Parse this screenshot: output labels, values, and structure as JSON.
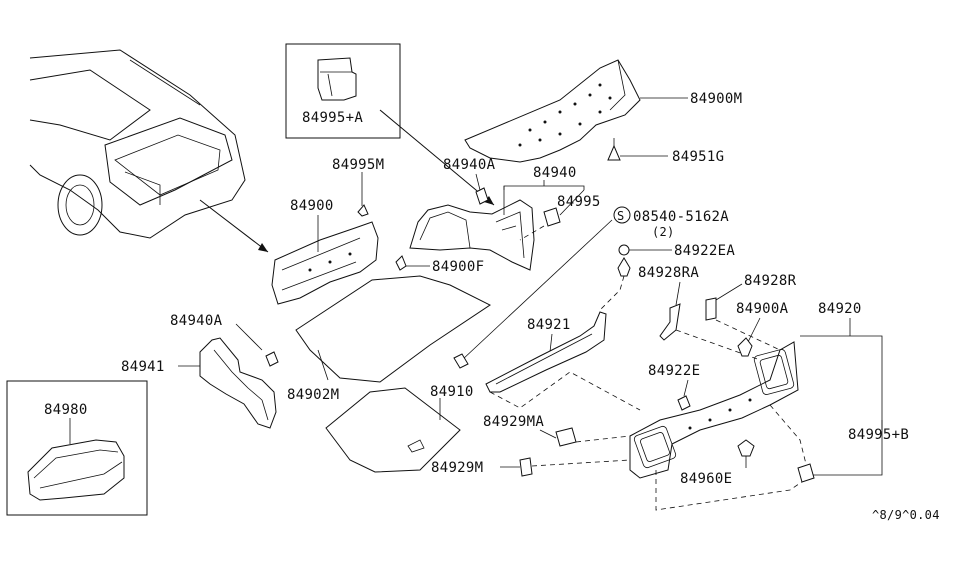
{
  "labels": {
    "p84900M": "84900M",
    "p84951G": "84951G",
    "p84995A": "84995+A",
    "p84995M": "84995M",
    "p84940A_top": "84940A",
    "p84940": "84940",
    "p84995": "84995",
    "p84900": "84900",
    "p84900F": "84900F",
    "p08540": "08540-5162A",
    "p08540_qty": "(2)",
    "p08540_symbol": "S",
    "p84922EA": "84922EA",
    "p84928RA": "84928RA",
    "p84928R": "84928R",
    "p84900A": "84900A",
    "p84920": "84920",
    "p84940A_left": "84940A",
    "p84941": "84941",
    "p84921": "84921",
    "p84902M": "84902M",
    "p84910": "84910",
    "p84922E": "84922E",
    "p84980": "84980",
    "p84929MA": "84929MA",
    "p84929M": "84929M",
    "p84960E": "84960E",
    "p84995B": "84995+B",
    "diagram_code": "^8/9^0.04"
  },
  "colors": {
    "line": "#111111",
    "background": "#ffffff"
  }
}
